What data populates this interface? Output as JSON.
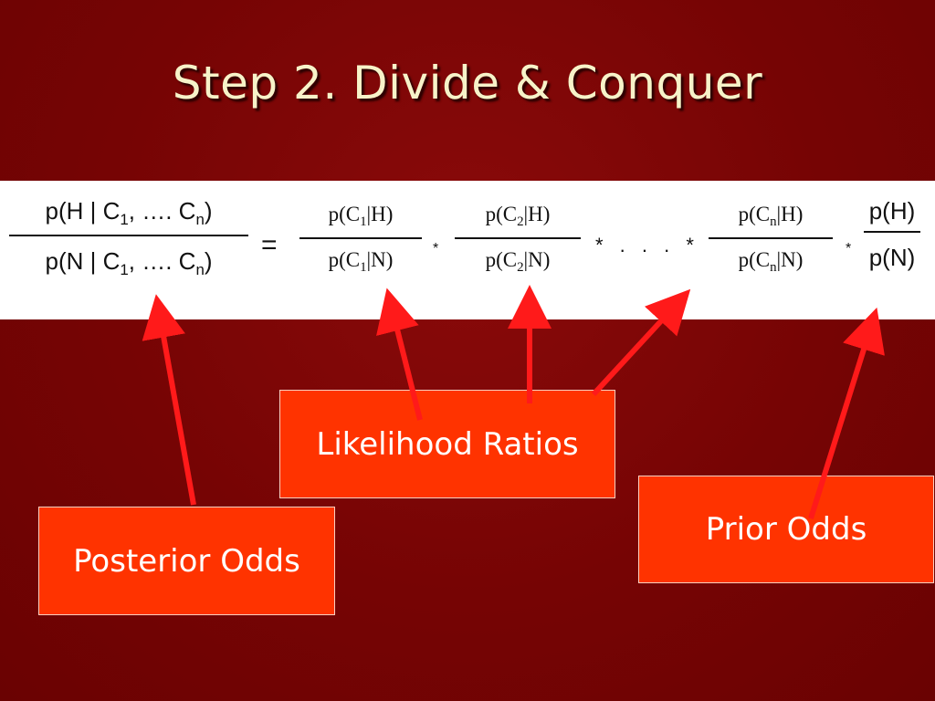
{
  "slide": {
    "title": "Step 2. Divide & Conquer"
  },
  "formula": {
    "posterior": {
      "num": {
        "p": "p(H | C",
        "s1": "1",
        "mid": ", …. C",
        "s2": "n",
        "end": ")"
      },
      "den": {
        "p": "p(N | C",
        "s1": "1",
        "mid": ", …. C",
        "s2": "n",
        "end": ")"
      }
    },
    "equals": "=",
    "lr1": {
      "num": {
        "a": "p(C",
        "s": "1",
        "b": "|H)"
      },
      "den": {
        "a": "p(C",
        "s": "1",
        "b": "|N)"
      }
    },
    "lr2": {
      "num": {
        "a": "p(C",
        "s": "2",
        "b": "|H)"
      },
      "den": {
        "a": "p(C",
        "s": "2",
        "b": "|N)"
      }
    },
    "lrn": {
      "num": {
        "a": "p(C",
        "s": "n",
        "b": "|H)"
      },
      "den": {
        "a": "p(C",
        "s": "n",
        "b": "|N)"
      }
    },
    "prior": {
      "num": "p(H)",
      "den": "p(N)"
    },
    "star": "*",
    "dots": "*  .  .  .  *"
  },
  "labels": {
    "posterior_odds": "Posterior Odds",
    "likelihood_ratios": "Likelihood Ratios",
    "prior_odds": "Prior Odds"
  },
  "colors": {
    "background": "#760404",
    "title_text": "#f7f3c9",
    "label_box": "#ff3300",
    "arrow": "#ff1a1a"
  }
}
